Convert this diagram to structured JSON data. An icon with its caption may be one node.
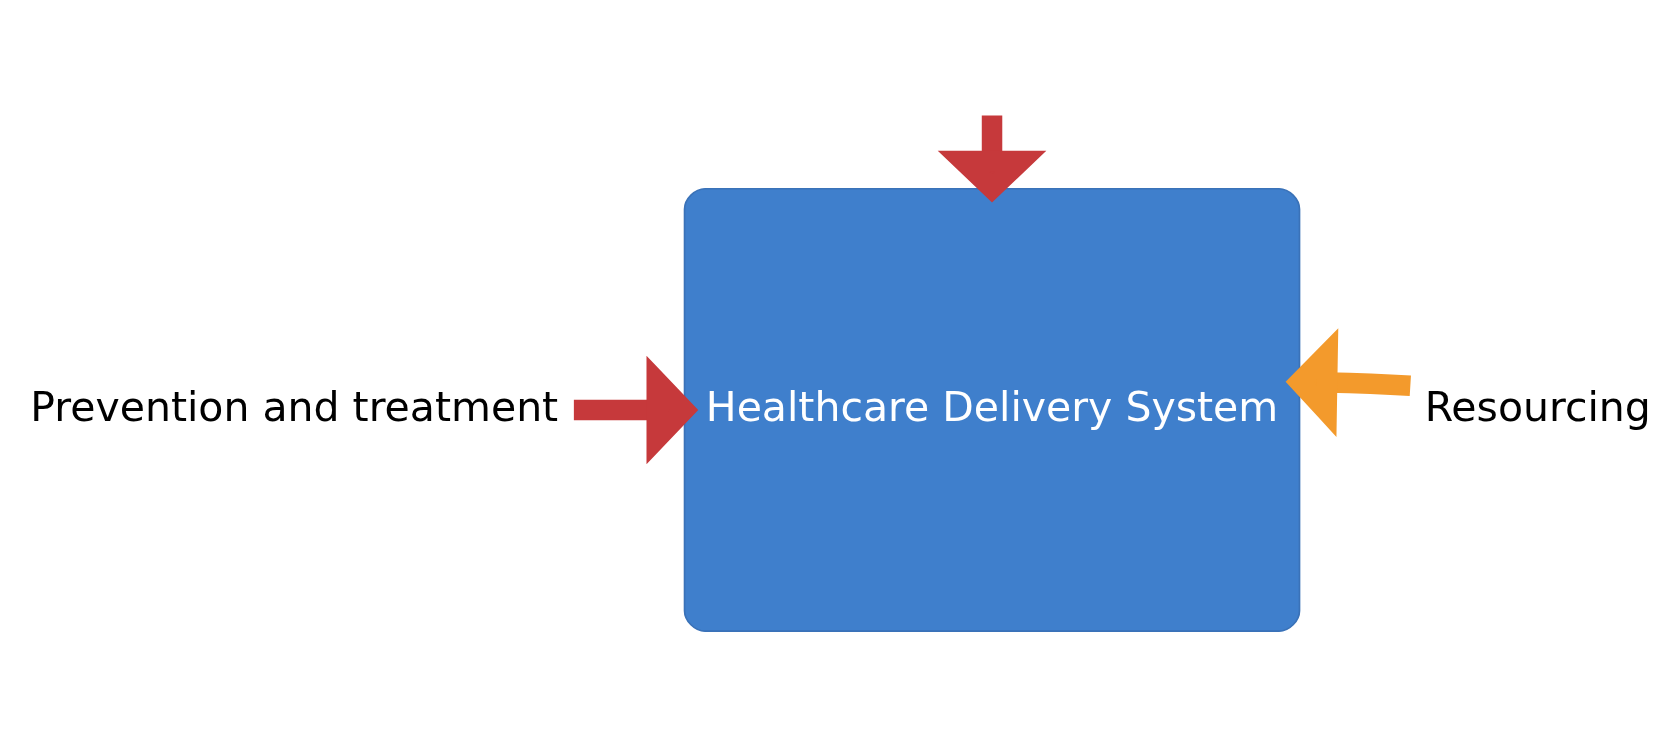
{
  "diagram": {
    "nodes": [
      {
        "text": [
          "Healthcare Delivery System"
        ]
      },
      {
        "text": [
          "Prevention and treatment"
        ]
      },
      {
        "text": [
          "Resourcing"
        ]
      }
    ],
    "edges": [
      {
        "from": null,
        "to": 0,
        "arrow": "to"
      },
      {
        "from": 1,
        "to": 0,
        "arrow": "to"
      },
      {
        "from": 2,
        "to": 0,
        "arrow": "to",
        "color": "#f39a2c"
      }
    ]
  }
}
